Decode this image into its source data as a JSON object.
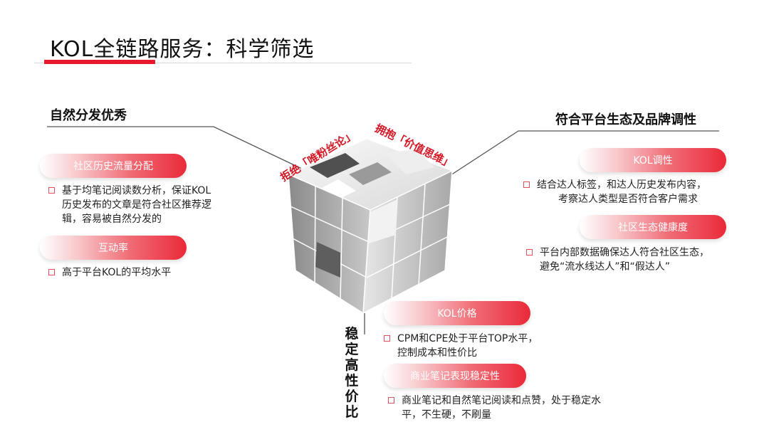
{
  "title": "KOL全链路服务：科学筛选",
  "left": {
    "heading": "自然分发优秀",
    "items": [
      {
        "label": "社区历史流量分配",
        "text": [
          "基于均笔记阅读数分析，保证KOL",
          "历史发布的文章是符合社区推荐逻",
          "辑，容易被自然分发的"
        ]
      },
      {
        "label": "互动率",
        "text": [
          "高于平台KOL的平均水平"
        ]
      }
    ]
  },
  "right": {
    "heading": "符合平台生态及品牌调性",
    "items": [
      {
        "label": "KOL调性",
        "text": [
          "结合达人标签，和达人历史发布内容，",
          "考察达人类型是否符合客户需求"
        ]
      },
      {
        "label": "社区生态健康度",
        "text": [
          "平台内部数据确保达人符合社区生态，",
          "避免“流水线达人”和“假达人”"
        ]
      }
    ]
  },
  "bottom": {
    "heading": "稳定高性价比",
    "items": [
      {
        "label": "KOL价格",
        "text": [
          "CPM和CPE处于平台TOP水平，",
          "控制成本和性价比"
        ]
      },
      {
        "label": "商业笔记表现稳定性",
        "text": [
          "商业笔记和自然笔记阅读和点赞，处于稳定水",
          "平，不生硬，不刷量"
        ]
      }
    ]
  },
  "cube": {
    "label_left": "拒绝「唯粉丝论」",
    "label_right": "拥抱「价值思维」"
  }
}
